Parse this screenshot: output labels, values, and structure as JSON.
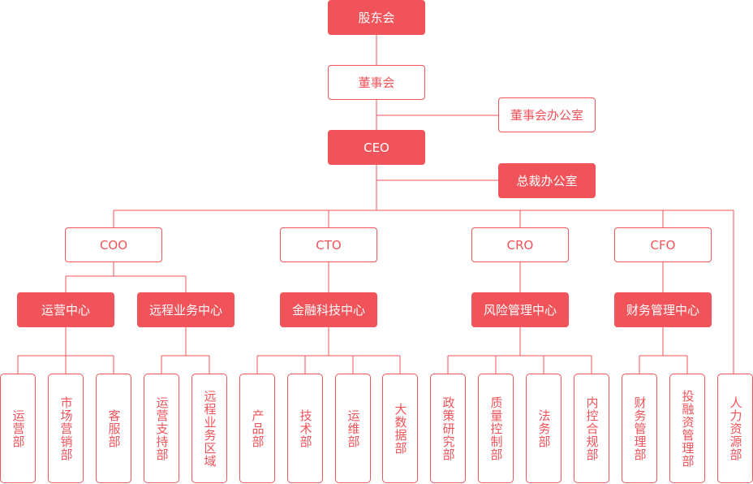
{
  "colors": {
    "accent": "#f0535a",
    "background": "#ffffff"
  },
  "top": {
    "shareholders": "股东会",
    "board": "董事会",
    "board_office": "董事会办公室",
    "ceo": "CEO",
    "president_office": "总裁办公室"
  },
  "executives": [
    "COO",
    "CTO",
    "CRO",
    "CFO"
  ],
  "centers": [
    "运营中心",
    "远程业务中心",
    "金融科技中心",
    "风险管理中心",
    "财务管理中心"
  ],
  "departments": [
    "运营部",
    "市场营销部",
    "客服部",
    "运营支持部",
    "远程业务区域",
    "产品部",
    "技术部",
    "运维部",
    "大数据部",
    "政策研究部",
    "质量控制部",
    "法务部",
    "内控合规部",
    "财务管理部",
    "投融资管理部",
    "人力资源部"
  ]
}
